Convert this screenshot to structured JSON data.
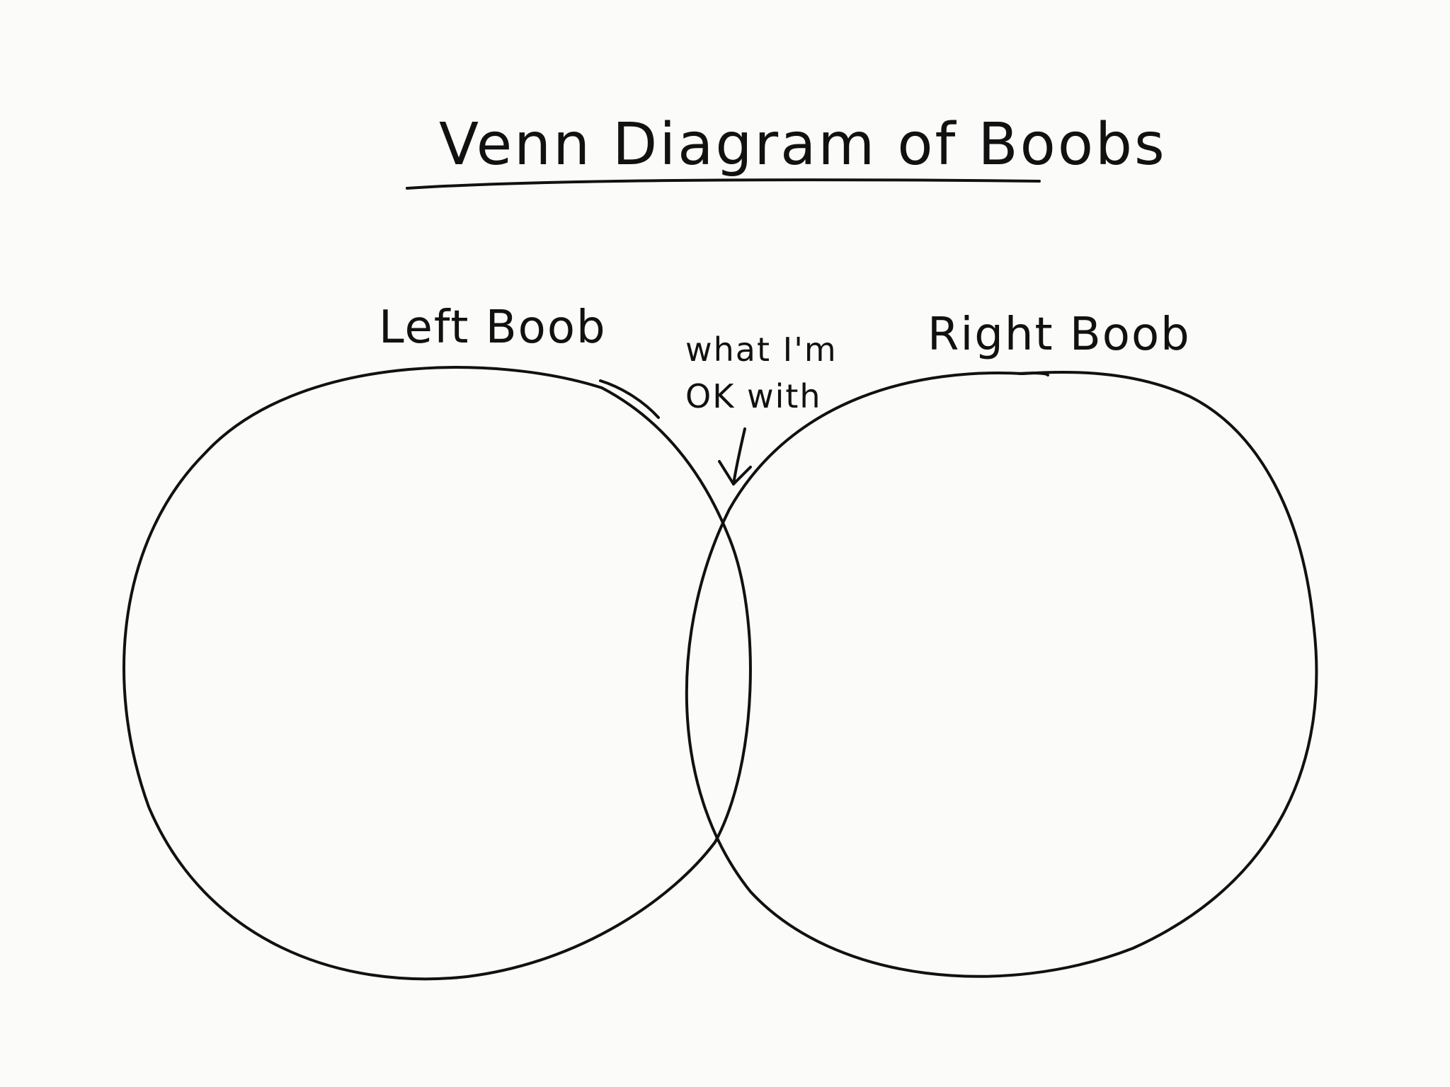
{
  "diagram": {
    "title": "Venn Diagram of Boobs",
    "sets": [
      {
        "label": "Left Boob"
      },
      {
        "label": "Right Boob"
      }
    ],
    "intersection_note": {
      "line1": "what I'm",
      "line2": "OK with"
    }
  },
  "colors": {
    "ink": "#111111",
    "paper": "#fbfbfa"
  }
}
